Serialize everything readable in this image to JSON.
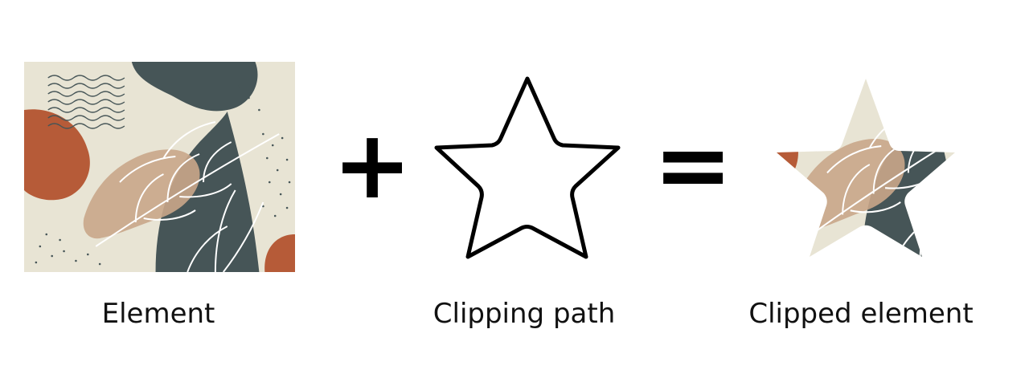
{
  "labels": {
    "element": "Element",
    "clipping_path": "Clipping path",
    "clipped_element": "Clipped element"
  },
  "operators": {
    "plus": "+",
    "equals": "="
  },
  "colors": {
    "background": "#ffffff",
    "paper": "#e8e4d4",
    "slate": "#465557",
    "terracotta": "#b65b38",
    "tan": "#c9a68a",
    "line": "#ffffff",
    "outline": "#000000"
  }
}
